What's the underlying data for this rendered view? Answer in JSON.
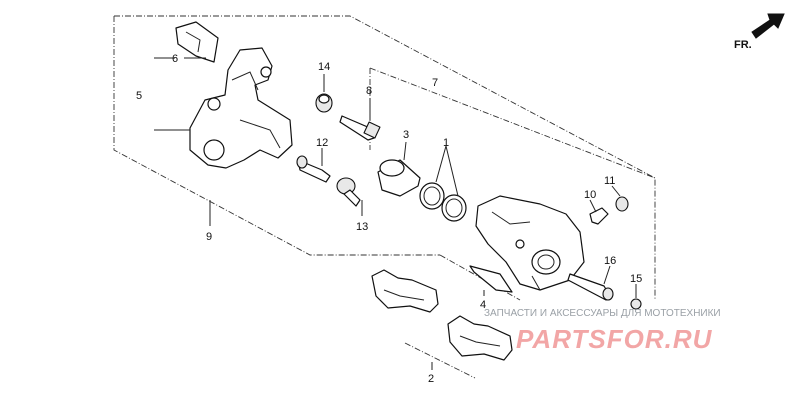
{
  "diagram": {
    "callouts": [
      {
        "id": "c1",
        "label": "1"
      },
      {
        "id": "c2",
        "label": "2"
      },
      {
        "id": "c3",
        "label": "3"
      },
      {
        "id": "c4",
        "label": "4"
      },
      {
        "id": "c5",
        "label": "5"
      },
      {
        "id": "c6",
        "label": "6"
      },
      {
        "id": "c7",
        "label": "7"
      },
      {
        "id": "c8",
        "label": "8"
      },
      {
        "id": "c9",
        "label": "9"
      },
      {
        "id": "c10",
        "label": "10"
      },
      {
        "id": "c11",
        "label": "11"
      },
      {
        "id": "c12",
        "label": "12"
      },
      {
        "id": "c13",
        "label": "13"
      },
      {
        "id": "c14",
        "label": "14"
      },
      {
        "id": "c15",
        "label": "15"
      },
      {
        "id": "c16",
        "label": "16"
      }
    ],
    "direction_label": "FR."
  },
  "watermark": {
    "tagline": "ЗАПЧАСТИ И АКСЕССУАРЫ ДЛЯ МОТОТЕХНИКИ",
    "brand": "PARTSFOR.RU",
    "color": "#f2a6a6"
  }
}
